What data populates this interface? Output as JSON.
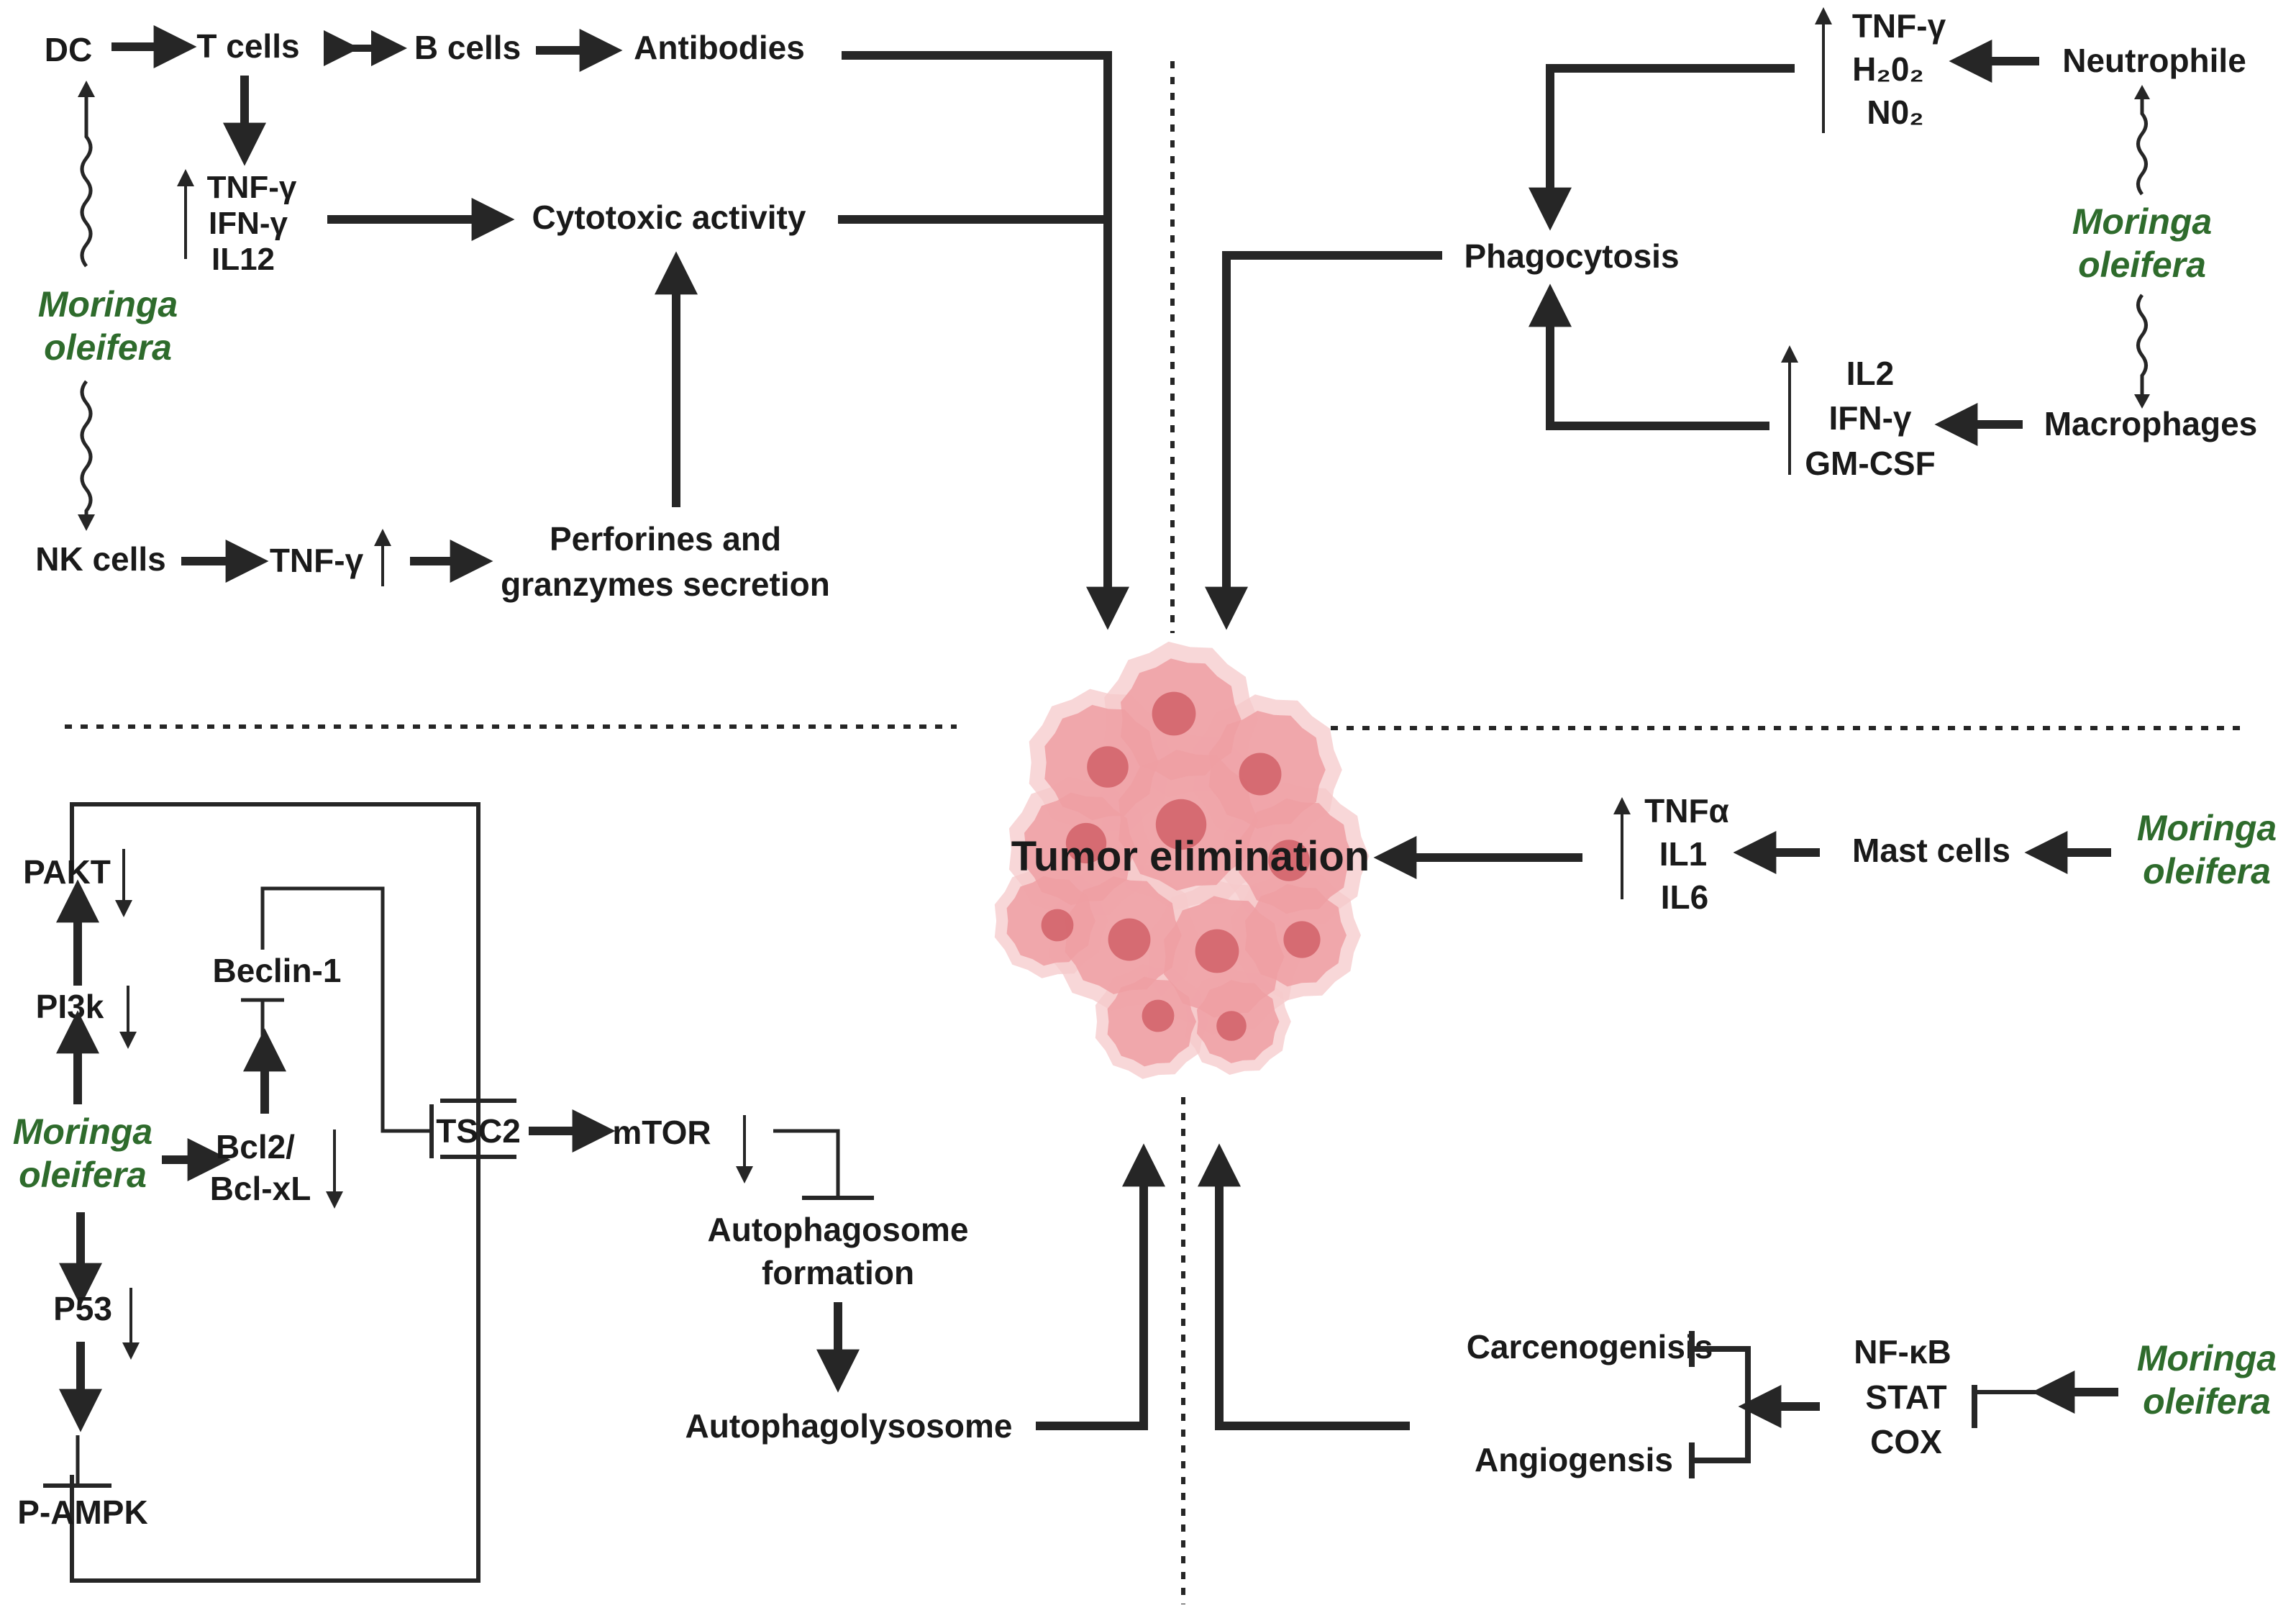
{
  "center": {
    "label": "Tumor elimination"
  },
  "moringa": {
    "line1": "Moringa",
    "line2": "oleifera",
    "color": "#2e6b2c"
  },
  "tumor_colors": {
    "outer": "#f6c9cb",
    "mid": "#ef9fa3",
    "inner": "#e07d82",
    "nucleus": "#cf5d64"
  },
  "top_left": {
    "dc": "DC",
    "t_cells": "T cells",
    "b_cells": "B cells",
    "antibodies": "Antibodies",
    "cytokines": [
      "TNF-γ",
      "IFN-γ",
      "IL12"
    ],
    "cytotoxic": "Cytotoxic activity",
    "nk_cells": "NK cells",
    "nk_tnf": "TNF-γ",
    "perforins_1": "Perforines  and",
    "perforins_2": "granzymes secretion"
  },
  "top_right": {
    "neutrophile_products": [
      "TNF-γ",
      "H₂0₂",
      "N0₂"
    ],
    "neutrophile": "Neutrophile",
    "phagocytosis": "Phagocytosis",
    "macrophage_products": [
      "IL2",
      "IFN-γ",
      "GM-CSF"
    ],
    "macrophages": "Macrophages"
  },
  "bottom_left": {
    "pakt": "PAKT",
    "pi3k": "PI3k",
    "p53": "P53",
    "pampk": "P-AMPK",
    "beclin": "Beclin-1",
    "bcl2": "Bcl2/",
    "bclxl": "Bcl-xL",
    "tsc2": "TSC2",
    "mtor": "mTOR",
    "autophagosome_1": "Autophagosome",
    "autophagosome_2": "formation",
    "autophagolysosome": "Autophagolysosome"
  },
  "bottom_right": {
    "mast_products": [
      "TNFα",
      "IL1",
      "IL6"
    ],
    "mast_cells": "Mast cells",
    "carcinogenesis": "Carcenogenisis",
    "angiogenesis": "Angiogensis",
    "nfkb": [
      "NF-κB",
      "STAT",
      "COX"
    ]
  }
}
